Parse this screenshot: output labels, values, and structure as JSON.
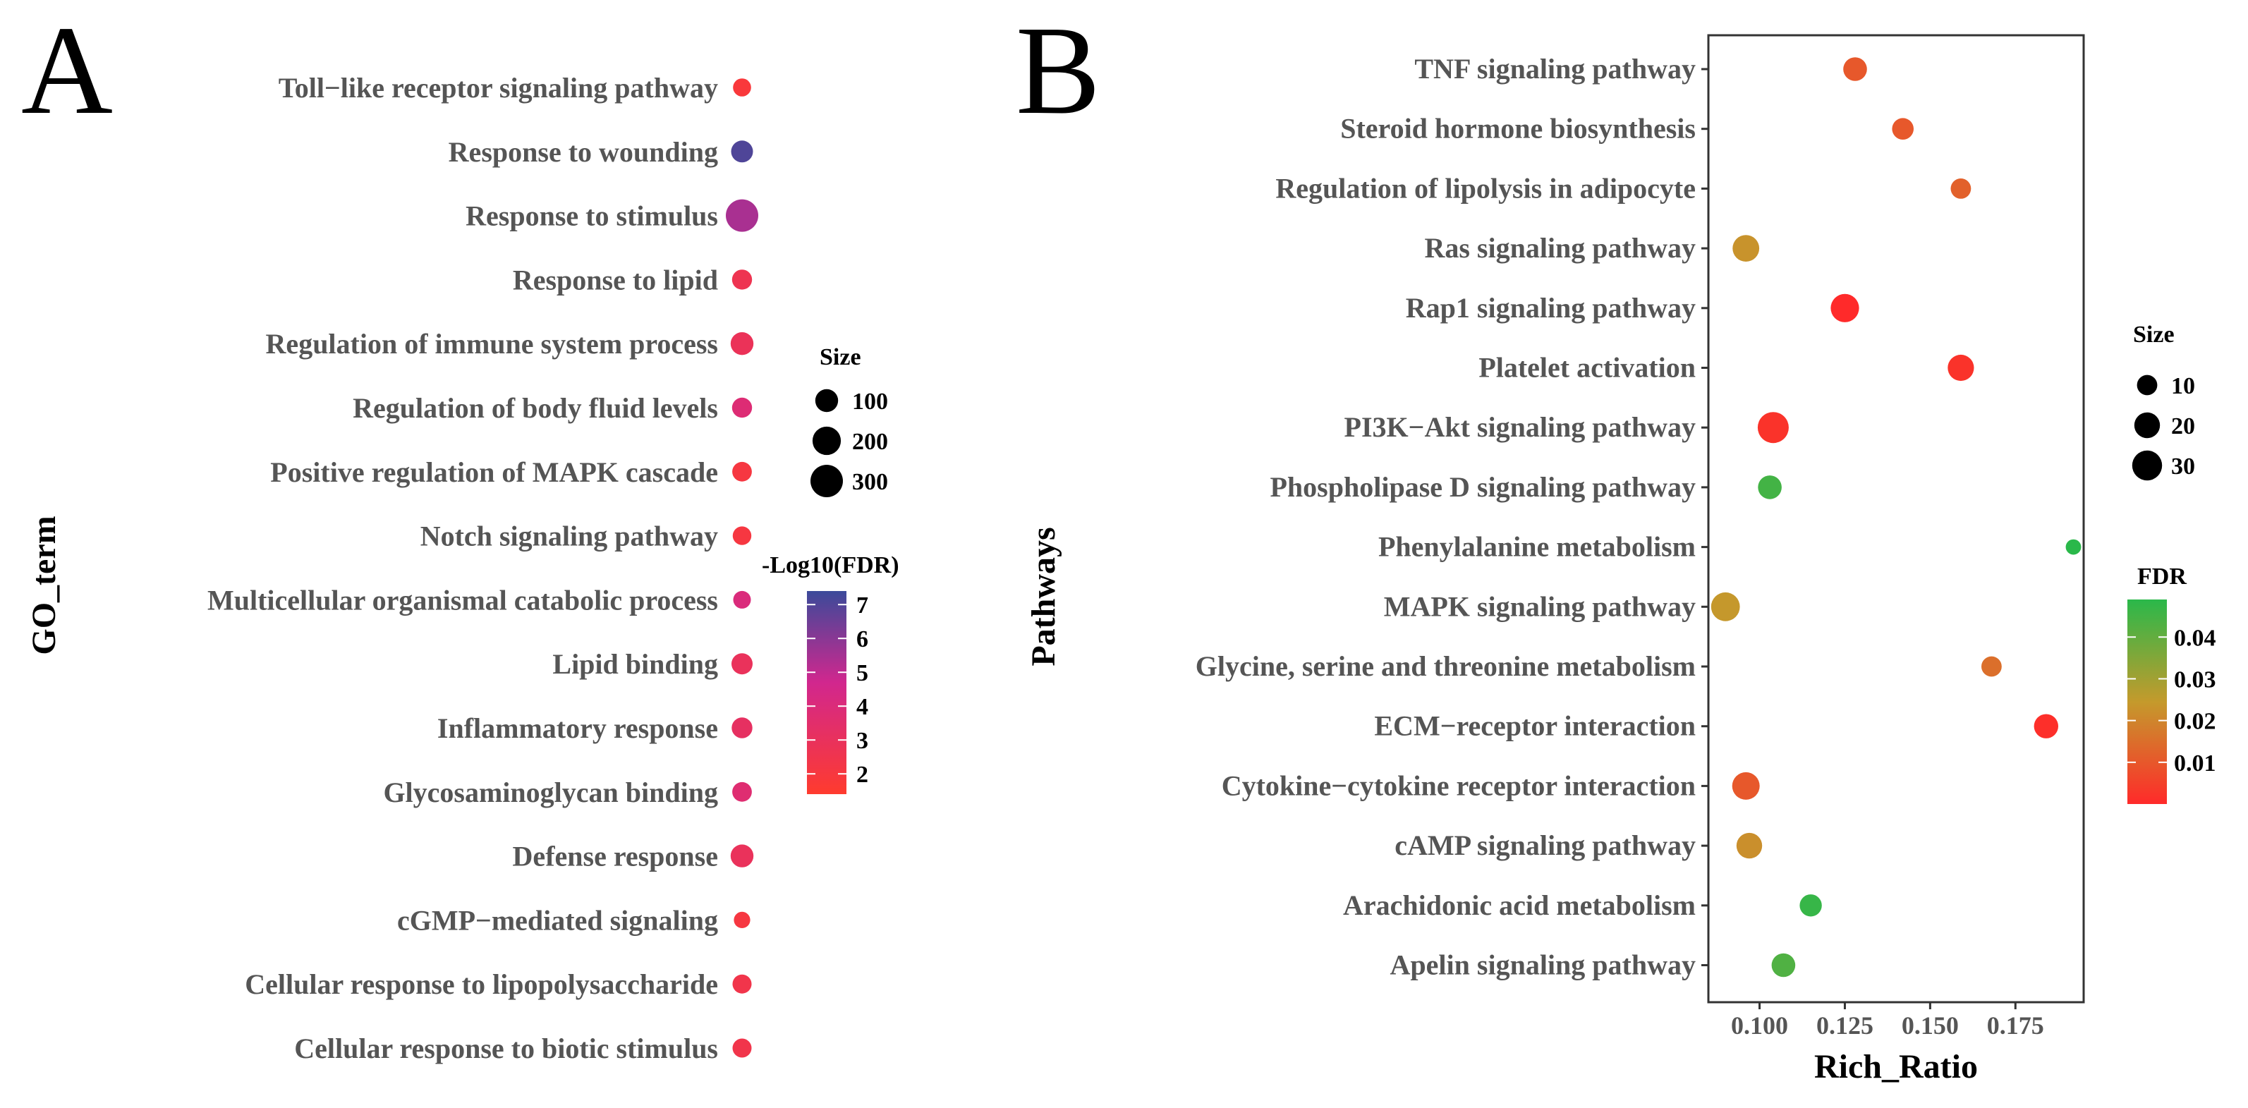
{
  "chart_data": [
    {
      "panel_label": "A",
      "type": "scatter",
      "title": "",
      "xlabel": "",
      "ylabel": "GO_term",
      "categories": [
        "Toll−like receptor signaling pathway",
        "Response to wounding",
        "Response to stimulus",
        "Response to lipid",
        "Regulation of immune system process",
        "Regulation of body fluid levels",
        "Positive regulation of MAPK cascade",
        "Notch signaling pathway",
        "Multicellular organismal catabolic process",
        "Lipid binding",
        "Inflammatory response",
        "Glycosaminoglycan binding",
        "Defense response",
        "cGMP−mediated signaling",
        "Cellular response to lipopolysaccharide",
        "Cellular response to biotic stimulus"
      ],
      "size": [
        40,
        85,
        300,
        60,
        100,
        60,
        55,
        45,
        35,
        75,
        70,
        55,
        100,
        25,
        50,
        50
      ],
      "neg_log10_fdr": [
        1.8,
        7.0,
        5.2,
        2.5,
        2.7,
        3.6,
        2.0,
        2.0,
        3.8,
        2.8,
        3.0,
        3.5,
        2.8,
        2.0,
        2.3,
        2.3
      ],
      "size_legend": {
        "title": "Size",
        "values": [
          100,
          200,
          300
        ]
      },
      "color_legend": {
        "title": "-Log10(FDR)",
        "ticks": [
          2,
          3,
          4,
          5,
          6,
          7
        ],
        "range": [
          1.4,
          7.4
        ],
        "low_color": "#ff3b2e",
        "mid_color": "#d1278e",
        "high_color": "#3b4a9a"
      }
    },
    {
      "panel_label": "B",
      "type": "scatter",
      "title": "",
      "xlabel": "Rich_Ratio",
      "ylabel": "Pathways",
      "xlim": [
        0.085,
        0.195
      ],
      "xticks": [
        0.1,
        0.125,
        0.15,
        0.175
      ],
      "xtick_labels": [
        "0.100",
        "0.125",
        "0.150",
        "0.175"
      ],
      "categories": [
        "TNF signaling pathway",
        "Steroid hormone biosynthesis",
        "Regulation of lipolysis in adipocyte",
        "Ras signaling pathway",
        "Rap1 signaling pathway",
        "Platelet activation",
        "PI3K−Akt signaling pathway",
        "Phospholipase D signaling pathway",
        "Phenylalanine metabolism",
        "MAPK signaling pathway",
        "Glycine, serine and threonine metabolism",
        "ECM−receptor interaction",
        "Cytokine−cytokine receptor interaction",
        "cAMP signaling pathway",
        "Arachidonic acid metabolism",
        "Apelin signaling pathway"
      ],
      "x": [
        0.128,
        0.142,
        0.159,
        0.096,
        0.125,
        0.159,
        0.104,
        0.103,
        0.192,
        0.09,
        0.168,
        0.184,
        0.096,
        0.097,
        0.115,
        0.107
      ],
      "size": [
        16,
        12,
        10,
        22,
        26,
        21,
        33,
        16,
        4,
        27,
        10,
        17,
        24,
        20,
        13,
        16
      ],
      "fdr": [
        0.01,
        0.01,
        0.012,
        0.023,
        0.0,
        0.002,
        0.002,
        0.045,
        0.05,
        0.024,
        0.015,
        0.001,
        0.01,
        0.022,
        0.047,
        0.043
      ],
      "size_legend": {
        "title": "Size",
        "values": [
          10,
          20,
          30
        ]
      },
      "color_legend": {
        "title": "FDR",
        "ticks": [
          0.01,
          0.02,
          0.03,
          0.04
        ],
        "tick_labels": [
          "0.01",
          "0.02",
          "0.03",
          "0.04"
        ],
        "range": [
          0.0,
          0.049
        ],
        "low_color": "#ff2a2a",
        "mid_color": "#c49a2c",
        "high_color": "#2ab84a"
      }
    }
  ]
}
